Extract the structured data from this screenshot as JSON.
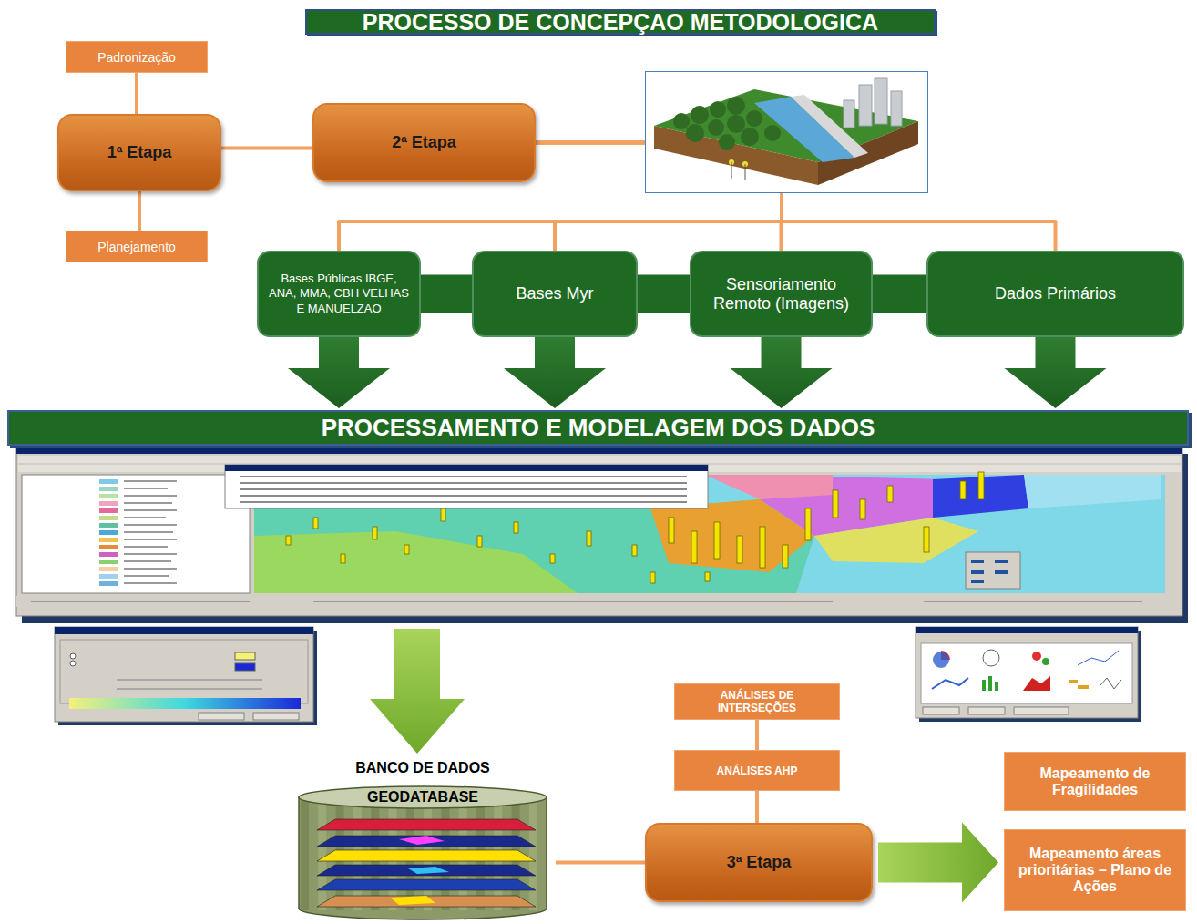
{
  "diagram": {
    "title": "PROCESSO DE CONCEPÇAO METODOLOGICA",
    "nodes": [
      {
        "text": [
          "Padronização"
        ]
      },
      {
        "text": [
          "1ª Etapa"
        ]
      },
      {
        "text": [
          "Planejamento"
        ]
      },
      {
        "text": [
          "2ª Etapa"
        ]
      },
      {
        "text": [
          "Bases Públicas IBGE, ANA, MMA, CBH VELHAS E MANUELZÃO"
        ]
      },
      {
        "text": [
          "Bases Myr"
        ]
      },
      {
        "text": [
          "Sensoriamento Remoto (Imagens)"
        ]
      },
      {
        "text": [
          "Dados Primários"
        ]
      },
      {
        "text": [
          "PROCESSAMENTO E MODELAGEM DOS DADOS"
        ]
      },
      {
        "text": [
          "BANCO DE DADOS",
          "GEODATABASE"
        ]
      },
      {
        "text": [
          "ANÁLISES DE INTERSEÇÕES"
        ]
      },
      {
        "text": [
          "ANÁLISES AHP"
        ]
      },
      {
        "text": [
          "3ª Etapa"
        ]
      },
      {
        "text": [
          "Mapeamento de Fragilidades"
        ]
      },
      {
        "text": [
          "Mapeamento áreas prioritárias – Plano de Ações"
        ]
      }
    ],
    "edges": [
      {
        "from": 0,
        "to": 1,
        "arrow": "none"
      },
      {
        "from": 1,
        "to": 2,
        "arrow": "none"
      },
      {
        "from": 1,
        "to": 3,
        "arrow": "none"
      },
      {
        "from": 3,
        "to": 4,
        "arrow": "none"
      },
      {
        "from": 3,
        "to": 5,
        "arrow": "none"
      },
      {
        "from": 3,
        "to": 6,
        "arrow": "none"
      },
      {
        "from": 3,
        "to": 7,
        "arrow": "none"
      },
      {
        "from": 4,
        "to": 5,
        "arrow": "none"
      },
      {
        "from": 5,
        "to": 6,
        "arrow": "none"
      },
      {
        "from": 6,
        "to": 7,
        "arrow": "none"
      },
      {
        "from": 4,
        "to": 8,
        "arrow": "to"
      },
      {
        "from": 5,
        "to": 8,
        "arrow": "to"
      },
      {
        "from": 6,
        "to": 8,
        "arrow": "to"
      },
      {
        "from": 7,
        "to": 8,
        "arrow": "to"
      },
      {
        "from": 8,
        "to": 9,
        "arrow": "to"
      },
      {
        "from": 9,
        "to": 12,
        "arrow": "none"
      },
      {
        "from": 11,
        "to": 12,
        "arrow": "none"
      },
      {
        "from": 10,
        "to": 11,
        "arrow": "none"
      },
      {
        "from": 12,
        "to": 14,
        "arrow": "to"
      }
    ]
  }
}
